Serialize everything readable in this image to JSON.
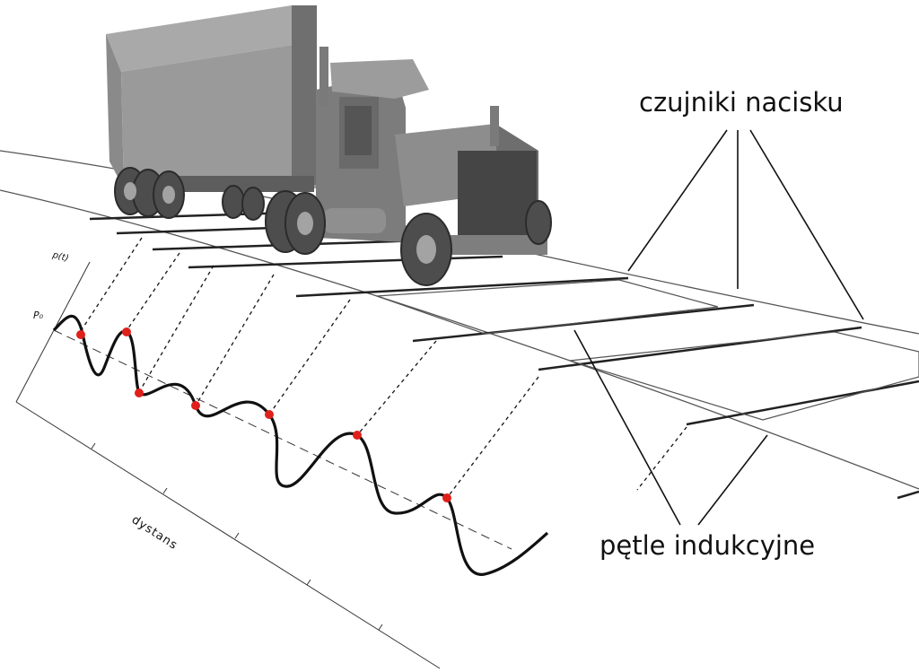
{
  "labels": {
    "pressure_sensors": "czujniki nacisku",
    "induction_loops": "pętle indukcyjne",
    "distance_axis": "dystans",
    "force_axis": "p(t)",
    "baseline": "P₀"
  },
  "colors": {
    "line": "#111111",
    "road_edge": "#555555",
    "marker": "#e0201b",
    "truck_light": "#a9a9a9",
    "truck_mid": "#8a8a8a",
    "truck_dark": "#5d5d5d"
  },
  "icons": [
    "truck-illustration",
    "sensor-strip",
    "induction-loop",
    "signal-curve"
  ]
}
